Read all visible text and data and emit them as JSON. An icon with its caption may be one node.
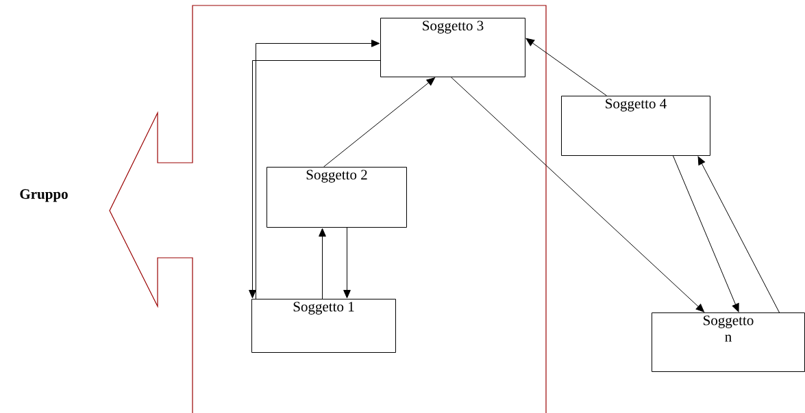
{
  "diagram": {
    "nodes": [
      {
        "text": [
          "Gruppo"
        ]
      },
      {
        "text": [
          "Soggetto 3"
        ],
        "in": 0
      },
      {
        "text": [
          "Soggetto 4"
        ]
      },
      {
        "text": [
          "Soggetto 2"
        ],
        "in": 0
      },
      {
        "text": [
          "Soggetto 1"
        ],
        "in": 0
      },
      {
        "text": [
          "Soggetto n"
        ]
      }
    ],
    "edges": [
      {
        "from": 1,
        "to": 4,
        "arrow": "to"
      },
      {
        "from": 4,
        "to": 1,
        "arrow": "to"
      },
      {
        "from": 3,
        "to": 1,
        "arrow": "to"
      },
      {
        "from": 2,
        "to": 1,
        "arrow": "to"
      },
      {
        "from": 1,
        "to": 5,
        "arrow": "to"
      },
      {
        "from": 4,
        "to": 3,
        "arrow": "to"
      },
      {
        "from": 3,
        "to": 4,
        "arrow": "to"
      },
      {
        "from": 2,
        "to": 5,
        "arrow": "to"
      },
      {
        "from": 5,
        "to": 2,
        "arrow": "to"
      }
    ]
  }
}
